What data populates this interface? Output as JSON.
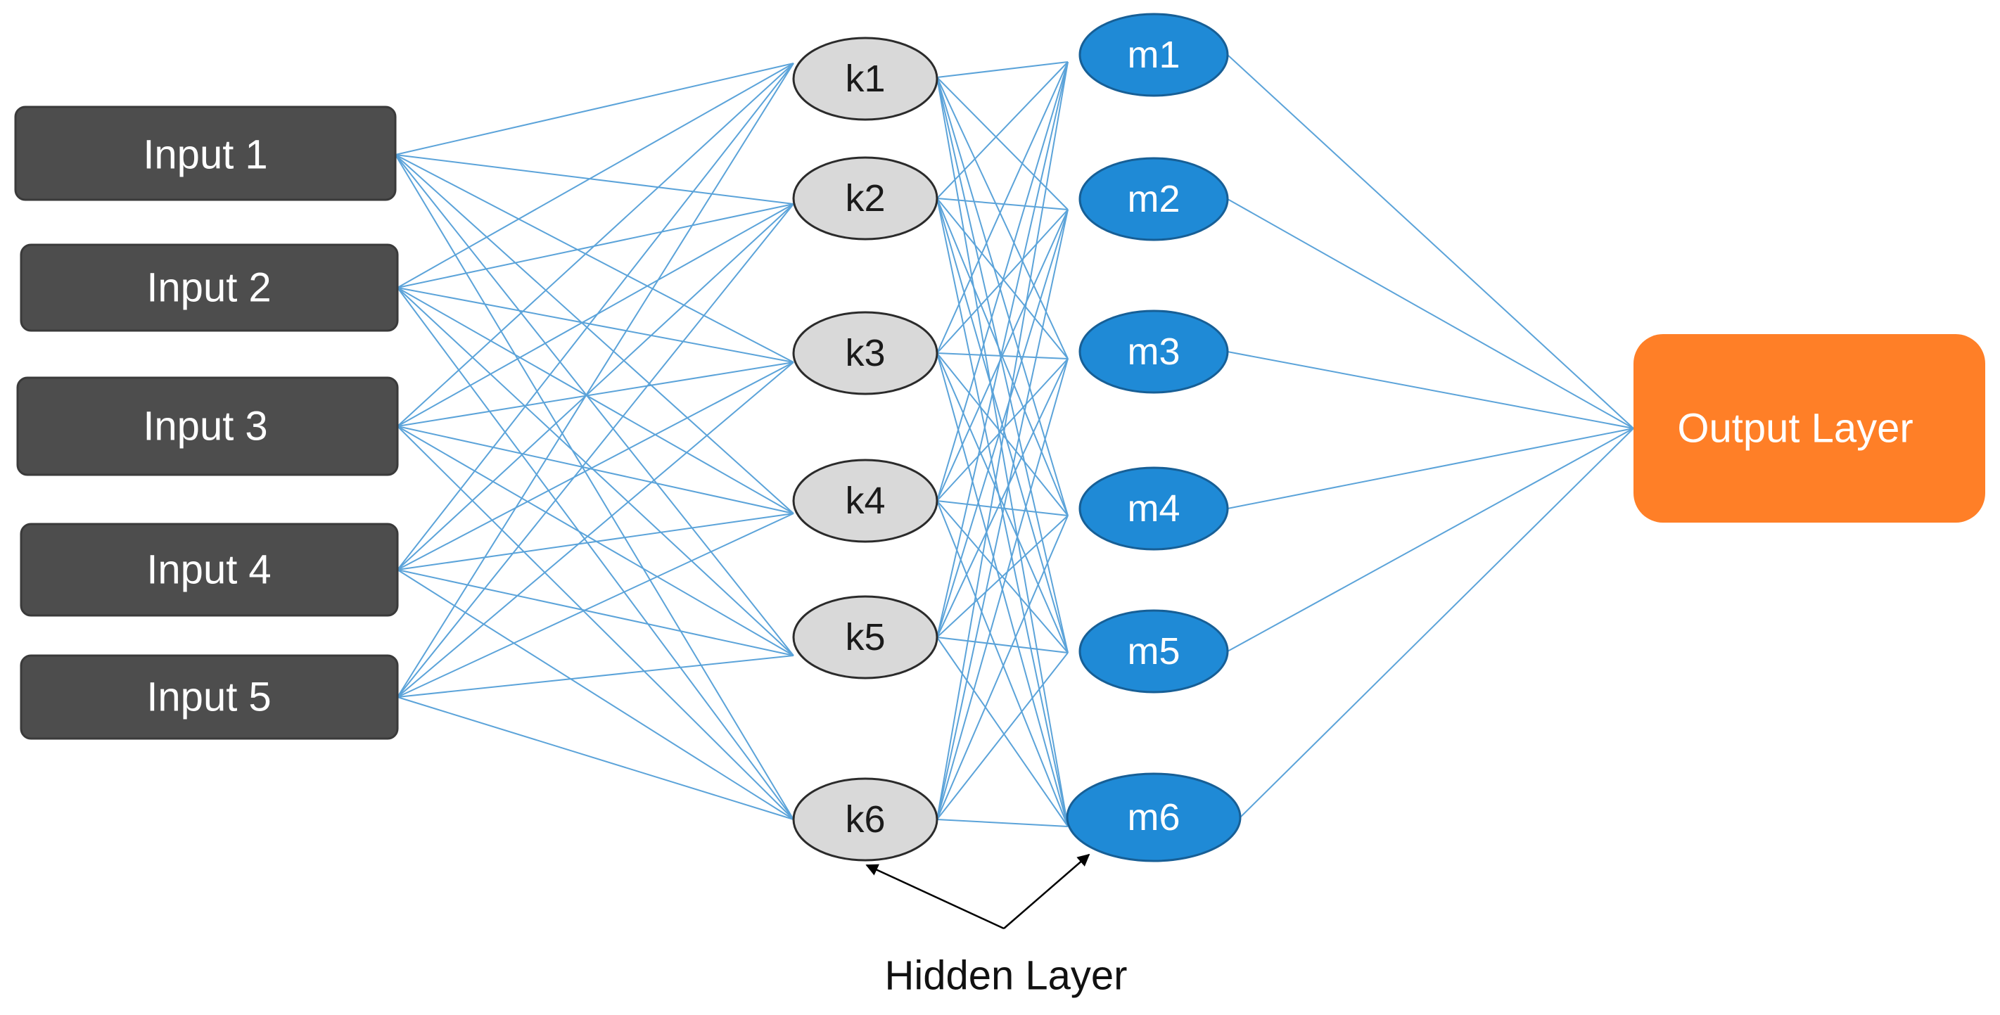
{
  "inputs": [
    "Input 1",
    "Input 2",
    "Input 3",
    "Input 4",
    "Input 5"
  ],
  "hidden_k": [
    "k1",
    "k2",
    "k3",
    "k4",
    "k5",
    "k6"
  ],
  "hidden_m": [
    "m1",
    "m2",
    "m3",
    "m4",
    "m5",
    "m6"
  ],
  "output": {
    "label": "Output Layer"
  },
  "annotation": {
    "label": "Hidden Layer"
  },
  "colors": {
    "input_fill": "#4d4d4d",
    "input_stroke": "#3a3a3a",
    "k_fill": "#d9d9d9",
    "k_stroke": "#2b2b2b",
    "m_fill": "#1f8ad6",
    "m_stroke": "#175f96",
    "output_fill": "#ff7f27",
    "edge": "#5ba3d9"
  }
}
